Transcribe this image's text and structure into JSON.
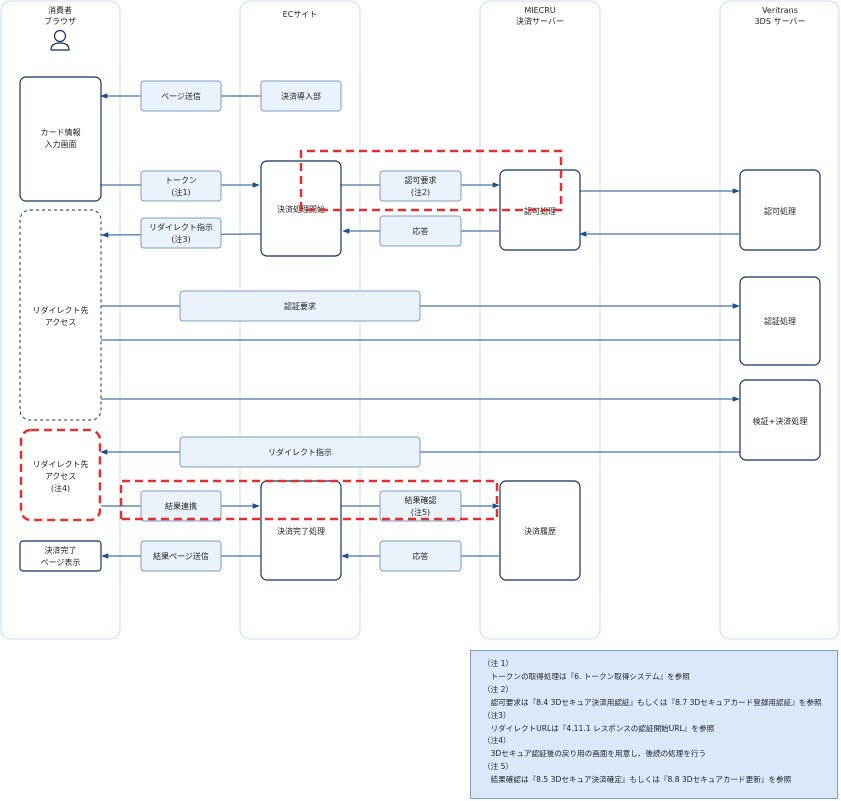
{
  "lanes": [
    {
      "id": "consumer",
      "title1": "消費者",
      "title2": "ブラウザ"
    },
    {
      "id": "ec",
      "title1": "ECサイト",
      "title2": ""
    },
    {
      "id": "miecru",
      "title1": "MIECRU",
      "title2": "決済サーバー"
    },
    {
      "id": "veritrans",
      "title1": "Veritrans",
      "title2": "3DS サーバー"
    }
  ],
  "boxes": {
    "card_input": {
      "line1": "カード情報",
      "line2": "入力画面"
    },
    "redirect_access": {
      "line1": "リダイレクト先",
      "line2": "アクセス"
    },
    "redirect_access_note": {
      "line1": "リダイレクト先",
      "line2": "アクセス",
      "line3": "(注4)"
    },
    "complete_page": {
      "line1": "決済完了",
      "line2": "ページ表示"
    },
    "payment_start": "決済処理開始",
    "payment_complete": "決済完了処理",
    "auth_miecru": "認可処理",
    "history": "決済履歴",
    "auth_veritrans": "認可処理",
    "authn_veritrans": "認証処理",
    "verify": "検証+決済処理"
  },
  "labels": {
    "page_send": "ページ送信",
    "intro": "決済導入部",
    "token": {
      "line1": "トークン",
      "line2": "(注1)"
    },
    "auth_request": {
      "line1": "認可要求",
      "line2": "(注2)"
    },
    "redirect_instruction_note": {
      "line1": "リダイレクト指示",
      "line2": "(注3)"
    },
    "response1": "応答",
    "authn_request": "認証要求",
    "redirect_instruction": "リダイレクト指示",
    "result_link": "結果連携",
    "result_confirm": {
      "line1": "結果確認",
      "line2": "(注5)"
    },
    "result_page_send": "結果ページ送信",
    "response2": "応答"
  },
  "notes": [
    "（注 1）",
    "　トークンの取得処理は『6. トークン取得システム』を参照",
    "（注 2）",
    "　認可要求は『8.4 3Dセキュア決済用認証』もしくは『8.7 3Dセキュアカード登録用認証』を参照",
    "（注3）",
    "　リダイレクトURLは『4.11.1 レスポンスの認証開始URL』を参照",
    "（注4）",
    "　3Dセキュア認証後の戻り用の画面を用意し、後続の処理を行う",
    "（注 5）",
    "　結果確認は『8.5 3Dセキュア決済確定』もしくは『8.8 3Dセキュアカード更新』を参照"
  ]
}
